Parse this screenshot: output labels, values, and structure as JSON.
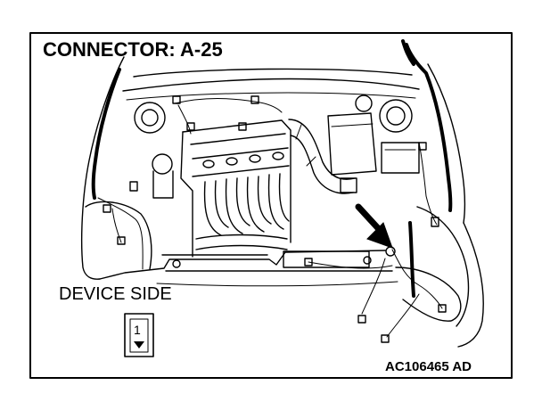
{
  "title": "CONNECTOR: A-25",
  "device_side_label": "DEVICE SIDE",
  "connector": {
    "pin": "1"
  },
  "figure_code": "AC106465 AD",
  "colors": {
    "line": "#000000",
    "background": "#ffffff"
  }
}
